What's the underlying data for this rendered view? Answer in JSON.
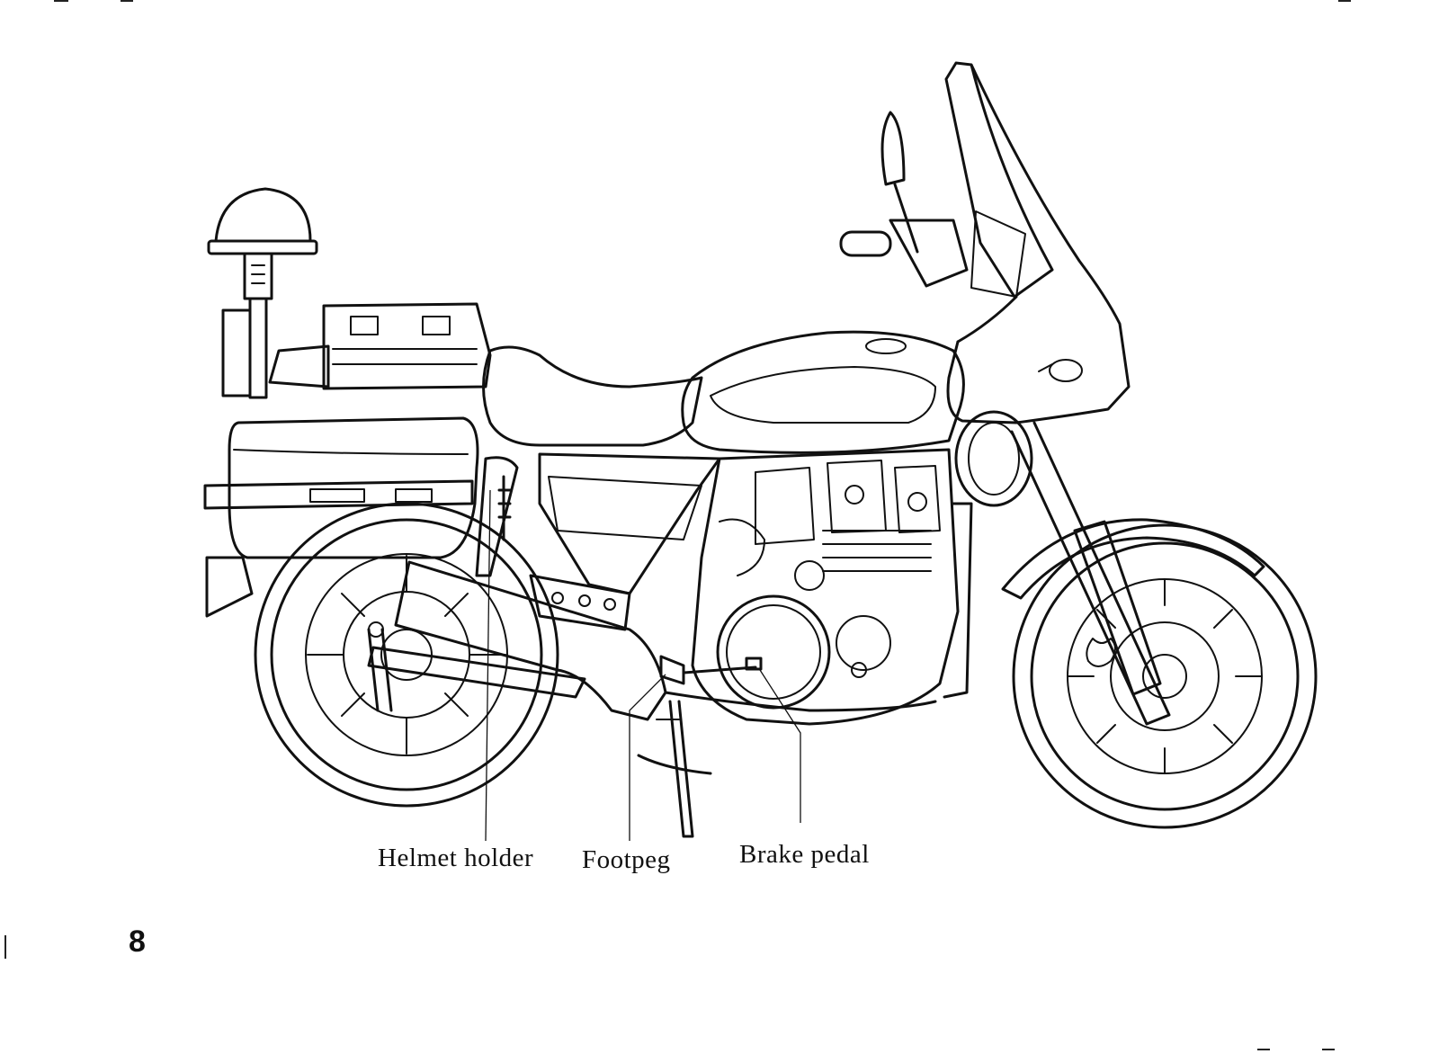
{
  "labels": {
    "helmet_holder": "Helmet holder",
    "footpeg": "Footpeg",
    "brake_pedal": "Brake pedal"
  },
  "page_number": "8"
}
